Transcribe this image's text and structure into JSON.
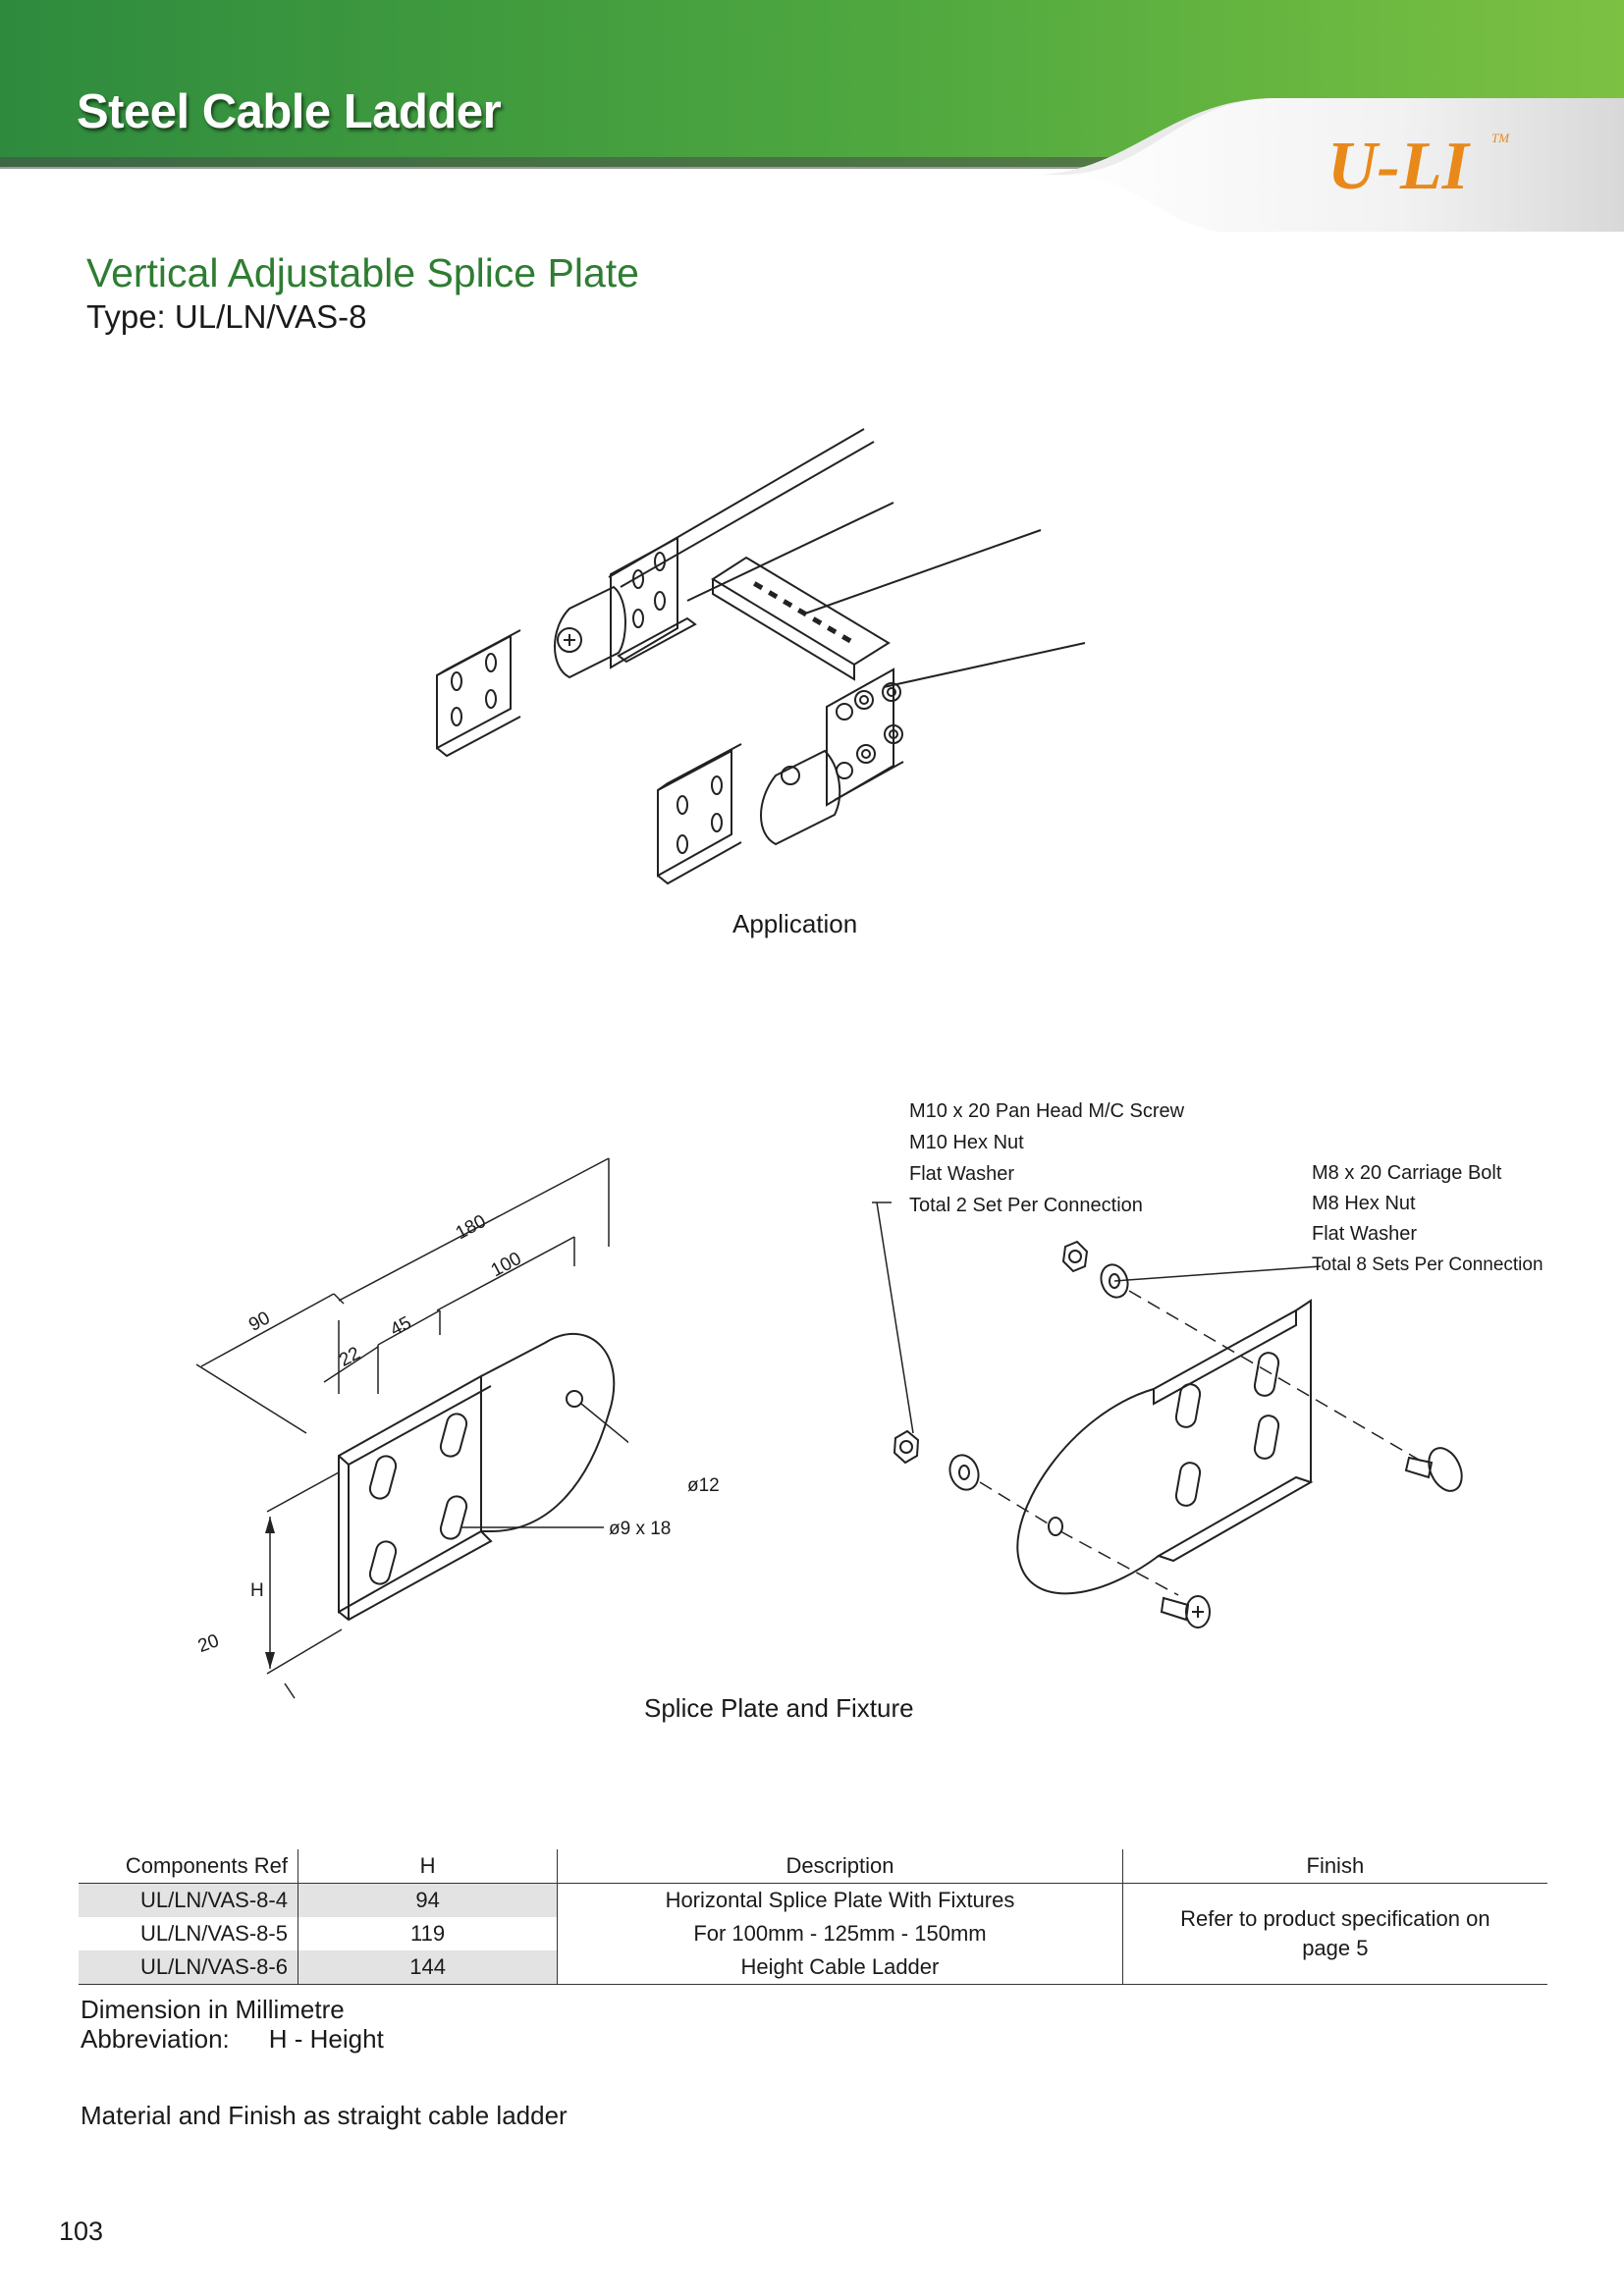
{
  "header": {
    "title": "Steel Cable Ladder",
    "logo_text": "U-LI",
    "logo_tm": "TM",
    "colors": {
      "green_dark": "#2e8b3e",
      "green_light": "#7cc142",
      "logo_orange": "#e8891a"
    }
  },
  "product": {
    "title": "Vertical Adjustable Splice Plate",
    "type": "Type: UL/LN/VAS-8"
  },
  "application": {
    "caption": "Application"
  },
  "splice_drawing": {
    "caption": "Splice Plate and Fixture",
    "dimensions": {
      "d180": "180",
      "d100": "100",
      "d90": "90",
      "d45": "45",
      "d22": "22",
      "h": "H",
      "d20": "20",
      "hole_round": "ø12",
      "hole_slot": "ø9 x 18"
    },
    "fixture_labels_left": [
      "M10 x 20 Pan Head M/C Screw",
      "M10  Hex Nut",
      "Flat Washer",
      "Total 2 Set  Per Connection"
    ],
    "fixture_labels_right": [
      "M8 x 20 Carriage Bolt",
      "M8 Hex Nut",
      "Flat Washer",
      "Total 8 Sets Per Connection"
    ]
  },
  "table": {
    "headers": {
      "ref": "Components Ref",
      "h": "H",
      "description": "Description",
      "finish": "Finish"
    },
    "rows": [
      {
        "ref": "UL/LN/VAS-8-4",
        "h": "94"
      },
      {
        "ref": "UL/LN/VAS-8-5",
        "h": "119"
      },
      {
        "ref": "UL/LN/VAS-8-6",
        "h": "144"
      }
    ],
    "description_lines": [
      "Horizontal Splice Plate With Fixtures",
      "For 100mm - 125mm - 150mm",
      "Height Cable Ladder"
    ],
    "finish_lines": [
      "Refer to product specification on",
      "page 5"
    ]
  },
  "notes": {
    "dimension": "Dimension in Millimetre",
    "abbreviation_label": "Abbreviation:",
    "abbreviation_value": "H - Height",
    "material": "Material and Finish as straight cable ladder"
  },
  "page_number": "103"
}
